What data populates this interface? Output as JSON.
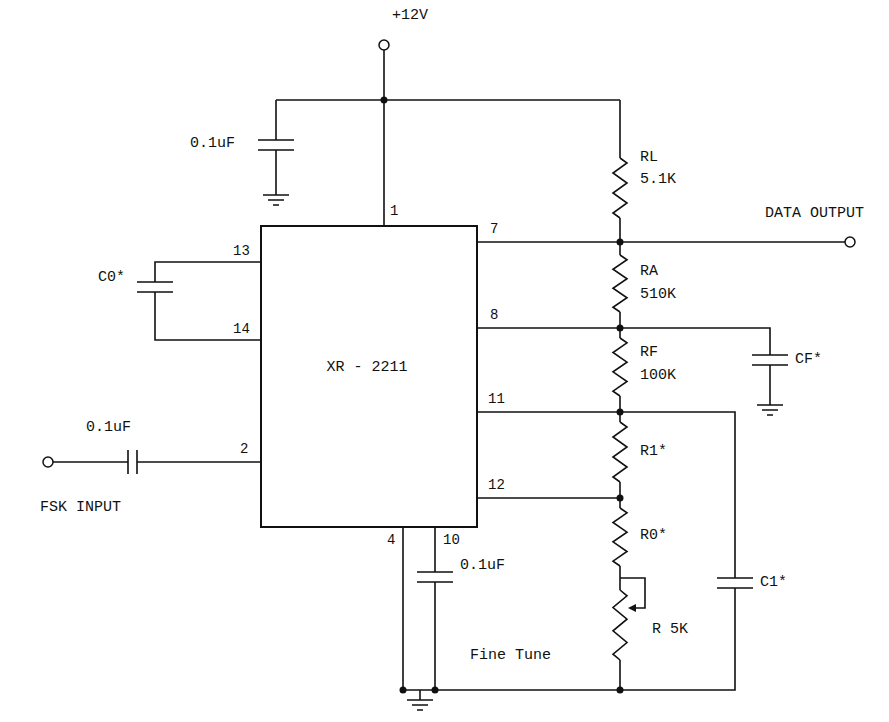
{
  "diagram": {
    "nodes": [
      {
        "text": [
          "XR - 2211"
        ]
      }
    ],
    "edges": [],
    "labels": [
      "+12V",
      "0.1uF",
      "1",
      "RL",
      "5.1K",
      "DATA OUTPUT",
      "7",
      "C0*",
      "13",
      "RA",
      "510K",
      "8",
      "CF*",
      "14",
      "RF",
      "100K",
      "11",
      "0.1uF",
      "2",
      "R1*",
      "12",
      "C1*",
      "FSK INPUT",
      "R0*",
      "4",
      "10",
      "0.1uF",
      "Fine Tune",
      "R 5K"
    ]
  }
}
